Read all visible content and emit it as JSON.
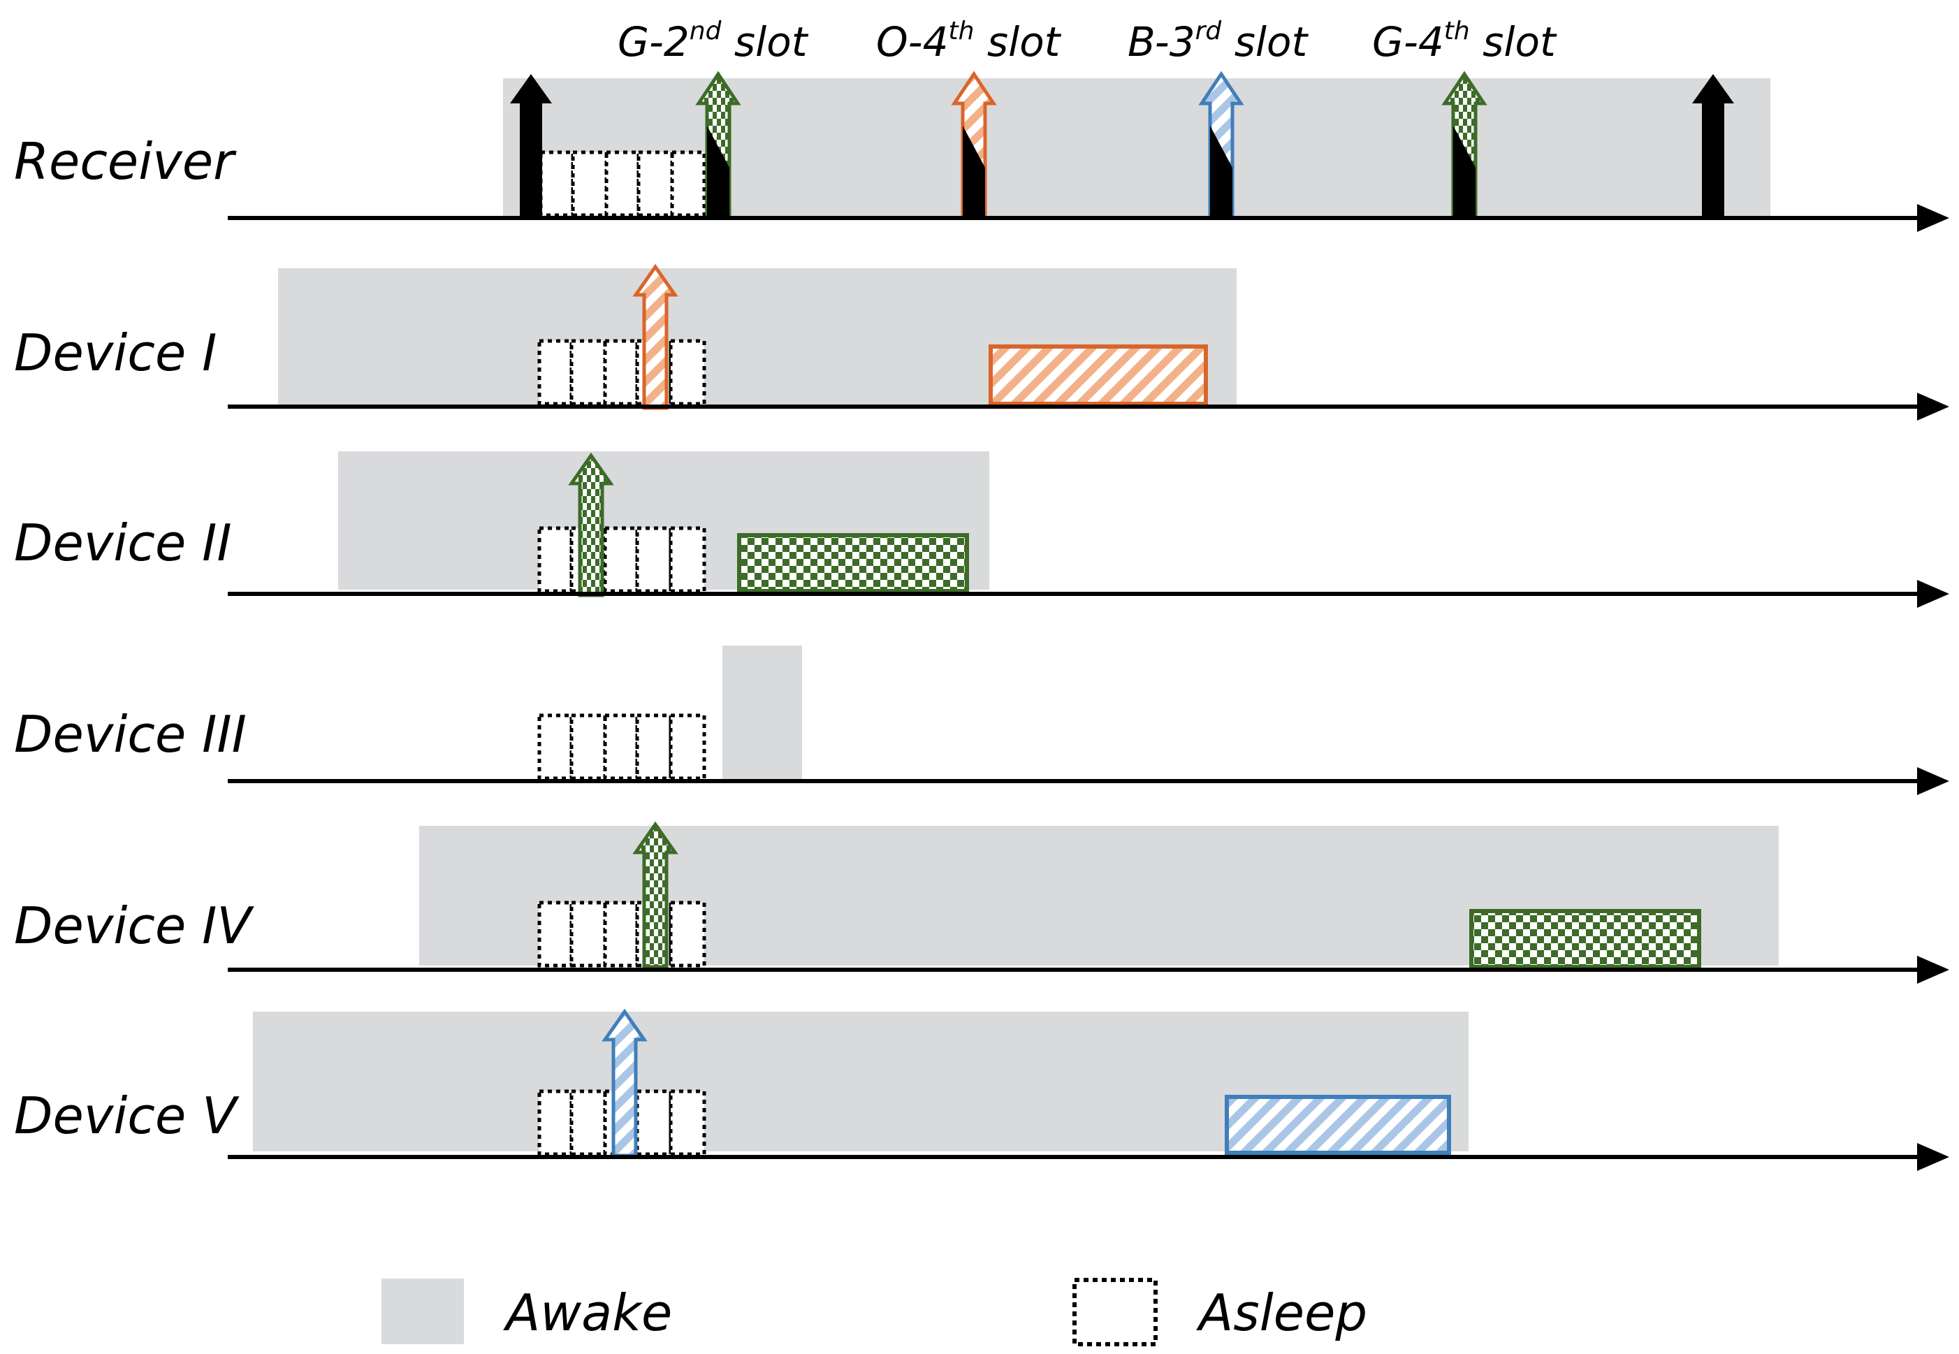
{
  "rows": [
    {
      "label": "Receiver"
    },
    {
      "label": "Device I"
    },
    {
      "label": "Device II"
    },
    {
      "label": "Device III"
    },
    {
      "label": "Device IV"
    },
    {
      "label": "Device V"
    }
  ],
  "slot_labels": [
    {
      "prefix": "G-2",
      "sup": "nd",
      "suffix": " slot"
    },
    {
      "prefix": "O-4",
      "sup": "th",
      "suffix": " slot"
    },
    {
      "prefix": "B-3",
      "sup": "rd",
      "suffix": " slot"
    },
    {
      "prefix": "G-4",
      "sup": "th",
      "suffix": " slot"
    }
  ],
  "legend": {
    "awake": "Awake",
    "asleep": "Asleep"
  },
  "colors": {
    "awake_fill": "#d9dadc",
    "green": "#3d6b28",
    "orange": "#d9652a",
    "blue": "#3f7fba",
    "light_blue": "#a9c6e6",
    "light_orange": "#f2b188",
    "black": "#000000"
  }
}
